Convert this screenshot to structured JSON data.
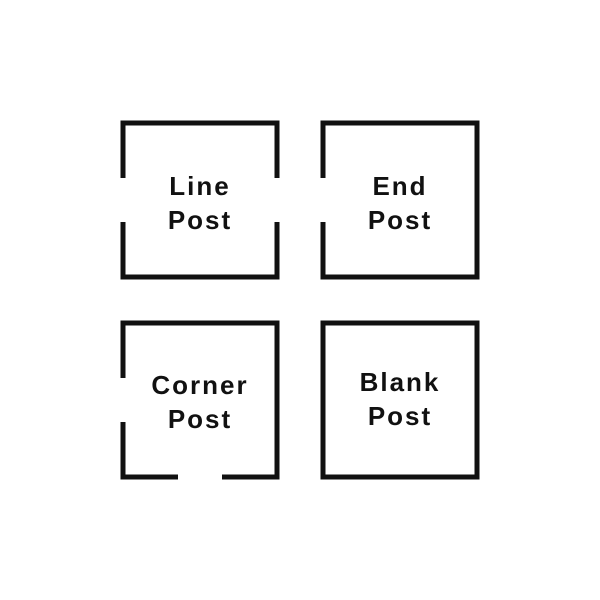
{
  "colors": {
    "background": "#ffffff",
    "stroke": "#111111"
  },
  "posts": [
    {
      "id": "line-post",
      "line1": "Line",
      "line2": "Post",
      "openings": "left and right sides"
    },
    {
      "id": "end-post",
      "line1": "End",
      "line2": "Post",
      "openings": "left side"
    },
    {
      "id": "corner-post",
      "line1": "Corner",
      "line2": "Post",
      "openings": "left side and bottom side"
    },
    {
      "id": "blank-post",
      "line1": "Blank",
      "line2": "Post",
      "openings": "none"
    }
  ]
}
